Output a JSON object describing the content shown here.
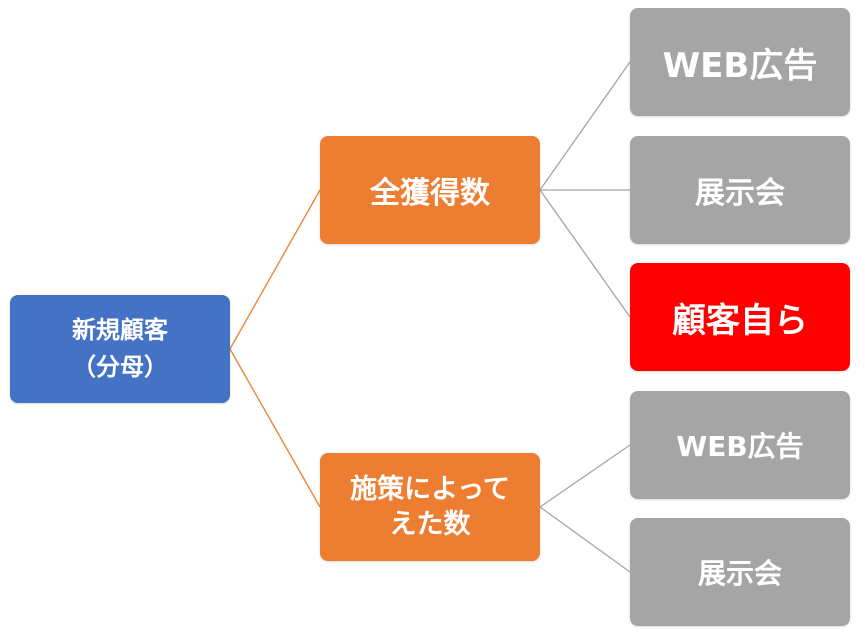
{
  "colors": {
    "root_fill": "#4472c4",
    "mid_fill": "#ed7d31",
    "leaf_fill": "#a5a5a5",
    "highlight_fill": "#ff0000",
    "root_connector": "#ed7d31",
    "mid_connector": "#a5a5a5",
    "text": "#ffffff"
  },
  "diagram": {
    "root": {
      "lines": [
        "新規顧客",
        "（分母）"
      ]
    },
    "branches": [
      {
        "lines": [
          "全獲得数"
        ],
        "children": [
          {
            "label": "WEB広告",
            "highlight": false
          },
          {
            "label": "展示会",
            "highlight": false
          },
          {
            "label": "顧客自ら",
            "highlight": true
          }
        ]
      },
      {
        "lines": [
          "施策によって",
          "えた数"
        ],
        "children": [
          {
            "label": "WEB広告",
            "highlight": false
          },
          {
            "label": "展示会",
            "highlight": false
          }
        ]
      }
    ]
  }
}
